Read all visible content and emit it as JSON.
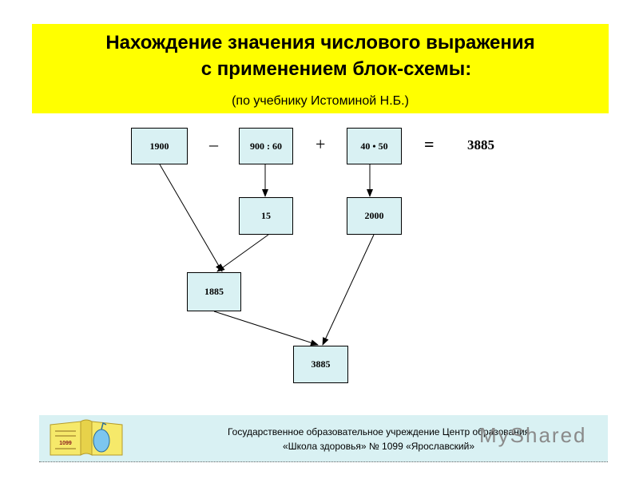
{
  "header": {
    "title_line1": "Нахождение значения числового выражения",
    "title_line2": "с применением блок-схемы:",
    "subtitle": "(по учебнику Истоминой Н.Б.)"
  },
  "expression": {
    "term1": "1900",
    "op1": "–",
    "term2": "900 : 60",
    "op2": "+",
    "term3": "40 • 50",
    "equals": "=",
    "result": "3885"
  },
  "intermediate": {
    "quotient": "15",
    "product": "2000",
    "difference": "1885",
    "final": "3885"
  },
  "footer": {
    "line1": "Государственное образовательное учреждение Центр образования",
    "line2": "«Школа здоровья» № 1099 «Ярославский»",
    "logo_text": "1099",
    "watermark": "MyShared"
  }
}
